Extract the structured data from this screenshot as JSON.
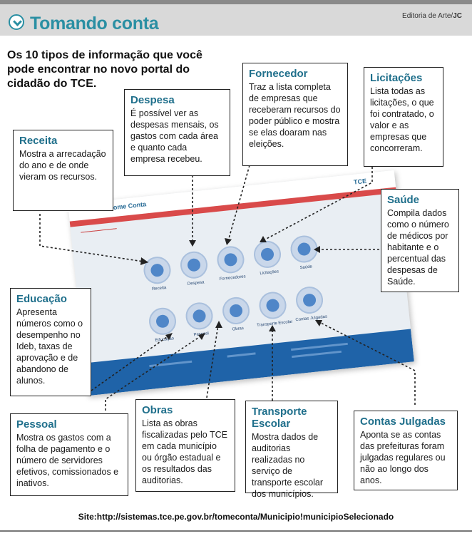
{
  "header": {
    "title": "Tomando conta",
    "credit_prefix": "Editoria de Arte/",
    "credit_source": "JC"
  },
  "intro": "Os 10 tipos de informação que você pode encontrar no novo portal do cidadão do TCE.",
  "boxes": {
    "receita": {
      "title": "Receita",
      "text": "Mostra a arrecadação do ano e de onde vieram os recursos."
    },
    "despesa": {
      "title": "Despesa",
      "text": "É possível ver as despesas mensais, os gastos com cada área e quanto cada empresa recebeu."
    },
    "fornecedor": {
      "title": "Fornecedor",
      "text": "Traz a lista completa de empresas que receberam recursos do poder público e mostra se elas doaram nas eleições."
    },
    "licitacoes": {
      "title": "Licitações",
      "text": "Lista todas as licitações, o que foi contratado, o valor e as empresas que concorreram."
    },
    "saude": {
      "title": "Saúde",
      "text": "Compila dados como o número de médicos por habitante e o percentual das despesas de Saúde."
    },
    "educacao": {
      "title": "Educação",
      "text": "Apresenta números como o desempenho no Ideb, taxas de aprovação e de abandono de alunos."
    },
    "pessoal": {
      "title": "Pessoal",
      "text": "Mostra os gastos com a folha de pagamento e o número de servidores efetivos, comissionados e inativos."
    },
    "obras": {
      "title": "Obras",
      "text": "Lista as obras fiscalizadas pelo TCE em cada município ou órgão estadual e os resultados das auditorias."
    },
    "transporte": {
      "title": "Transporte Escolar",
      "text": "Mostra dados de auditorias realizadas no serviço de transporte escolar dos municípios."
    },
    "contas": {
      "title": "Contas Julgadas",
      "text": "Aponta se as contas das prefeituras foram julgadas regulares ou não ao longo dos anos."
    }
  },
  "portal": {
    "logo": "Tome Conta",
    "tce": "TCE",
    "icons_row1": [
      "Receita",
      "Despesa",
      "Fornecedores",
      "Licitações",
      "Saúde"
    ],
    "icons_row2": [
      "Educação",
      "Pessoal",
      "Obras",
      "Transporte Escolar",
      "Contas Julgadas"
    ]
  },
  "site": "Site:http://sistemas.tce.pe.gov.br/tomeconta/Municipio!municipioSelecionado",
  "colors": {
    "accent": "#2a8fa3",
    "box_title": "#1f6f8b",
    "portal_footer": "#1f63a8",
    "portal_red": "#d94a4a"
  }
}
